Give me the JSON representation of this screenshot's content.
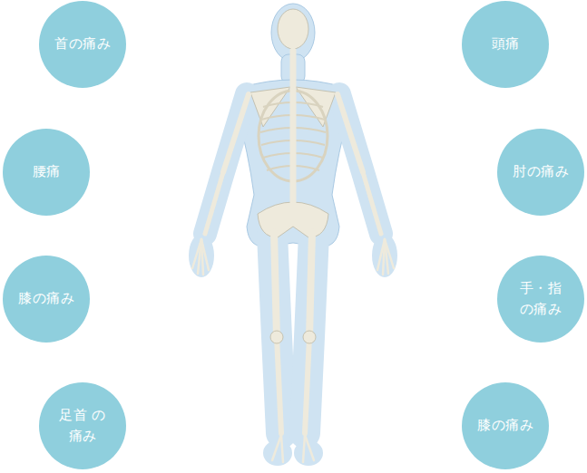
{
  "diagram": {
    "nodes": [
      {
        "text": [
          "首の痛み"
        ]
      },
      {
        "text": [
          "頭痛"
        ]
      },
      {
        "text": [
          "腰痛"
        ]
      },
      {
        "text": [
          "肘の痛み"
        ]
      },
      {
        "text": [
          "膝の痛み"
        ]
      },
      {
        "text": [
          "手・指 の痛み"
        ]
      },
      {
        "text": [
          "足首 の痛み"
        ]
      },
      {
        "text": [
          "膝の痛み"
        ]
      }
    ]
  }
}
